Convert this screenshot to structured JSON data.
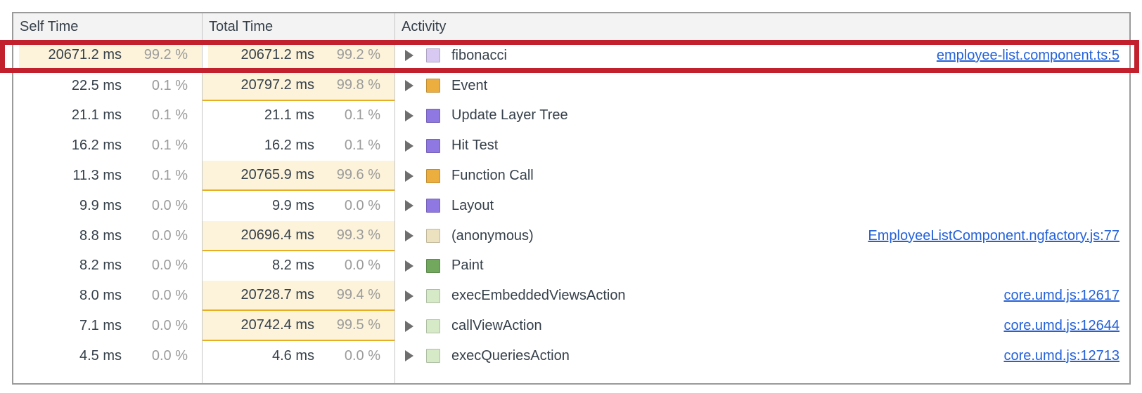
{
  "header": {
    "self_time": "Self Time",
    "total_time": "Total Time",
    "activity": "Activity"
  },
  "colors": {
    "link_blue": "#2361d9",
    "highlight_cell_bg": "#FCF3DA",
    "highlight_cell_underline": "#E7AE23",
    "annotation_red": "#C2202D",
    "header_bg": "#f3f3f3",
    "swatch_scripting_amber": "#EDAE40",
    "swatch_rendering_purple": "#9078E3",
    "swatch_paint_green": "#71A85D",
    "swatch_js_lavender": "#D7C9F1",
    "swatch_js_tan": "#EDE2C0",
    "swatch_js_lightgreen": "#D6EAC8"
  },
  "annotation": {
    "type": "red-highlight-box",
    "color": "#C2202D",
    "row_index": 0
  },
  "rows": [
    {
      "self": {
        "time": "20671.2 ms",
        "pct": "99.2 %",
        "hl": true
      },
      "total": {
        "time": "20671.2 ms",
        "pct": "99.2 %",
        "hl": true
      },
      "activity": {
        "label": "fibonacci",
        "swatch": "#D7C9F1",
        "pattern": true,
        "link": "employee-list.component.ts:5"
      },
      "annotated": true
    },
    {
      "self": {
        "time": "22.5 ms",
        "pct": "0.1 %",
        "hl": false
      },
      "total": {
        "time": "20797.2 ms",
        "pct": "99.8 %",
        "hl": true
      },
      "activity": {
        "label": "Event",
        "swatch": "#EDAE40",
        "pattern": true,
        "link": ""
      },
      "annotated": false
    },
    {
      "self": {
        "time": "21.1 ms",
        "pct": "0.1 %",
        "hl": false
      },
      "total": {
        "time": "21.1 ms",
        "pct": "0.1 %",
        "hl": false
      },
      "activity": {
        "label": "Update Layer Tree",
        "swatch": "#9078E3",
        "pattern": false,
        "link": ""
      },
      "annotated": false
    },
    {
      "self": {
        "time": "16.2 ms",
        "pct": "0.1 %",
        "hl": false
      },
      "total": {
        "time": "16.2 ms",
        "pct": "0.1 %",
        "hl": false
      },
      "activity": {
        "label": "Hit Test",
        "swatch": "#9078E3",
        "pattern": false,
        "link": ""
      },
      "annotated": false
    },
    {
      "self": {
        "time": "11.3 ms",
        "pct": "0.1 %",
        "hl": false
      },
      "total": {
        "time": "20765.9 ms",
        "pct": "99.6 %",
        "hl": true
      },
      "activity": {
        "label": "Function Call",
        "swatch": "#EDAE40",
        "pattern": true,
        "link": ""
      },
      "annotated": false
    },
    {
      "self": {
        "time": "9.9 ms",
        "pct": "0.0 %",
        "hl": false
      },
      "total": {
        "time": "9.9 ms",
        "pct": "0.0 %",
        "hl": false
      },
      "activity": {
        "label": "Layout",
        "swatch": "#9078E3",
        "pattern": false,
        "link": ""
      },
      "annotated": false
    },
    {
      "self": {
        "time": "8.8 ms",
        "pct": "0.0 %",
        "hl": false
      },
      "total": {
        "time": "20696.4 ms",
        "pct": "99.3 %",
        "hl": true
      },
      "activity": {
        "label": "(anonymous)",
        "swatch": "#EDE2C0",
        "pattern": true,
        "link": "EmployeeListComponent.ngfactory.js:77"
      },
      "annotated": false
    },
    {
      "self": {
        "time": "8.2 ms",
        "pct": "0.0 %",
        "hl": false
      },
      "total": {
        "time": "8.2 ms",
        "pct": "0.0 %",
        "hl": false
      },
      "activity": {
        "label": "Paint",
        "swatch": "#71A85D",
        "pattern": false,
        "link": ""
      },
      "annotated": false
    },
    {
      "self": {
        "time": "8.0 ms",
        "pct": "0.0 %",
        "hl": false
      },
      "total": {
        "time": "20728.7 ms",
        "pct": "99.4 %",
        "hl": true
      },
      "activity": {
        "label": "execEmbeddedViewsAction",
        "swatch": "#D6EAC8",
        "pattern": true,
        "link": "core.umd.js:12617"
      },
      "annotated": false
    },
    {
      "self": {
        "time": "7.1 ms",
        "pct": "0.0 %",
        "hl": false
      },
      "total": {
        "time": "20742.4 ms",
        "pct": "99.5 %",
        "hl": true
      },
      "activity": {
        "label": "callViewAction",
        "swatch": "#D6EAC8",
        "pattern": true,
        "link": "core.umd.js:12644"
      },
      "annotated": false
    },
    {
      "self": {
        "time": "4.5 ms",
        "pct": "0.0 %",
        "hl": false
      },
      "total": {
        "time": "4.6 ms",
        "pct": "0.0 %",
        "hl": false
      },
      "activity": {
        "label": "execQueriesAction",
        "swatch": "#D6EAC8",
        "pattern": true,
        "link": "core.umd.js:12713"
      },
      "annotated": false
    }
  ]
}
